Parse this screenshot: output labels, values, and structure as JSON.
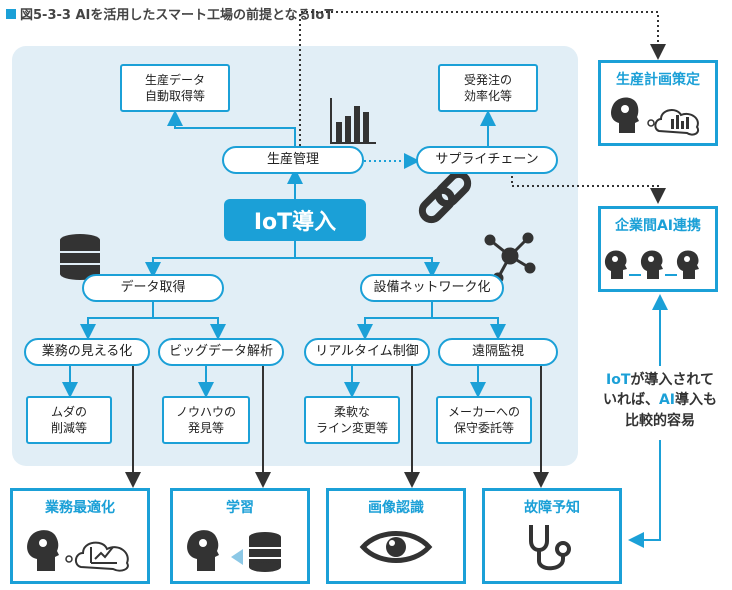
{
  "caption": "図5-3-3 AIを活用したスマート工場の前提となるIoT",
  "hub": "IoT導入",
  "top_boxes": {
    "production_data": [
      "生産データ",
      "自動取得等"
    ],
    "order_efficiency": [
      "受発注の",
      "効率化等"
    ]
  },
  "level1": {
    "production_mgmt": "生産管理",
    "supply_chain": "サプライチェーン"
  },
  "level2": {
    "data_acquisition": "データ取得",
    "equipment_network": "設備ネットワーク化"
  },
  "level3": {
    "visualize": "業務の見える化",
    "big_data": "ビッグデータ解析",
    "realtime": "リアルタイム制御",
    "remote": "遠隔監視"
  },
  "level4": {
    "waste": [
      "ムダの",
      "削減等"
    ],
    "knowhow": [
      "ノウハウの",
      "発見等"
    ],
    "flexible": [
      "柔軟な",
      "ライン変更等"
    ],
    "maintenance": [
      "メーカーへの",
      "保守委託等"
    ]
  },
  "right_boxes": {
    "production_plan": "生産計画策定",
    "inter_company_ai": "企業間AI連携"
  },
  "note": {
    "line1_pre": "IoT",
    "line1_post": "が導入されて",
    "line2_pre": "いれば、",
    "line2_ai": "AI",
    "line2_post": "導入も",
    "line3": "比較的容易"
  },
  "bottom_boxes": {
    "optimization": "業務最適化",
    "learning": "学習",
    "image_recognition": "画像認識",
    "failure_prediction": "故障予知"
  },
  "colors": {
    "accent": "#1ba0d7",
    "panel": "#e1eef6",
    "dark": "#333333"
  }
}
